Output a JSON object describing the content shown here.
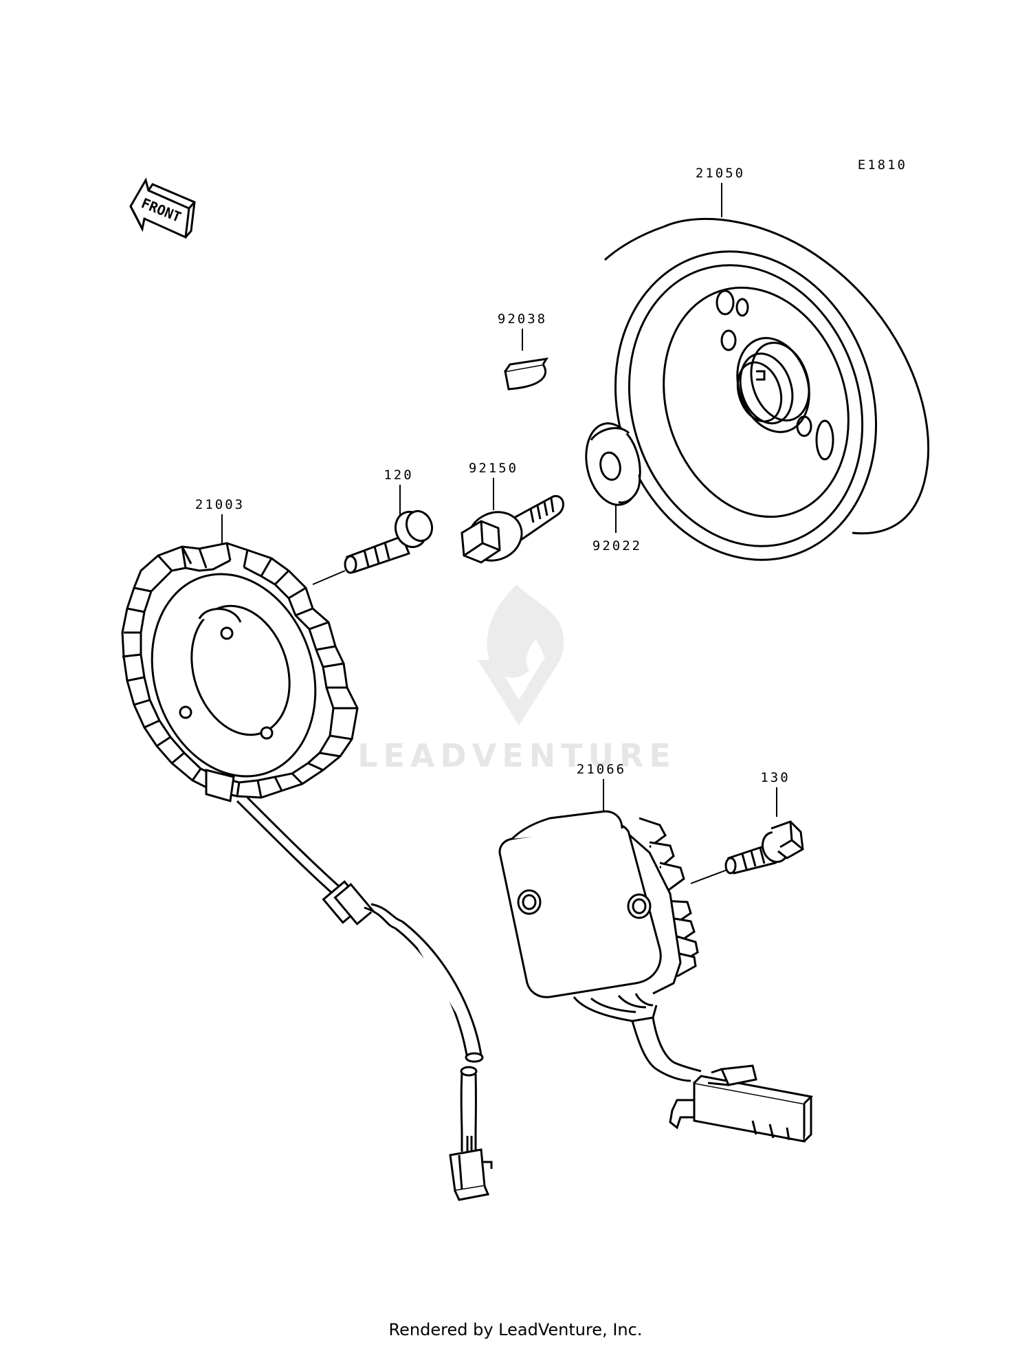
{
  "diagram": {
    "code": "E1810",
    "front_label": "FRONT",
    "parts": [
      {
        "ref": "21050",
        "name": "flywheel"
      },
      {
        "ref": "92038",
        "name": "woodruff-key"
      },
      {
        "ref": "92022",
        "name": "washer"
      },
      {
        "ref": "92150",
        "name": "flywheel-bolt"
      },
      {
        "ref": "120",
        "name": "stator-bolt"
      },
      {
        "ref": "21003",
        "name": "stator"
      },
      {
        "ref": "21066",
        "name": "regulator"
      },
      {
        "ref": "130",
        "name": "regulator-bolt"
      }
    ]
  },
  "watermark": {
    "text": "LEADVENTURE"
  },
  "footer": {
    "text": "Rendered by LeadVenture, Inc."
  }
}
